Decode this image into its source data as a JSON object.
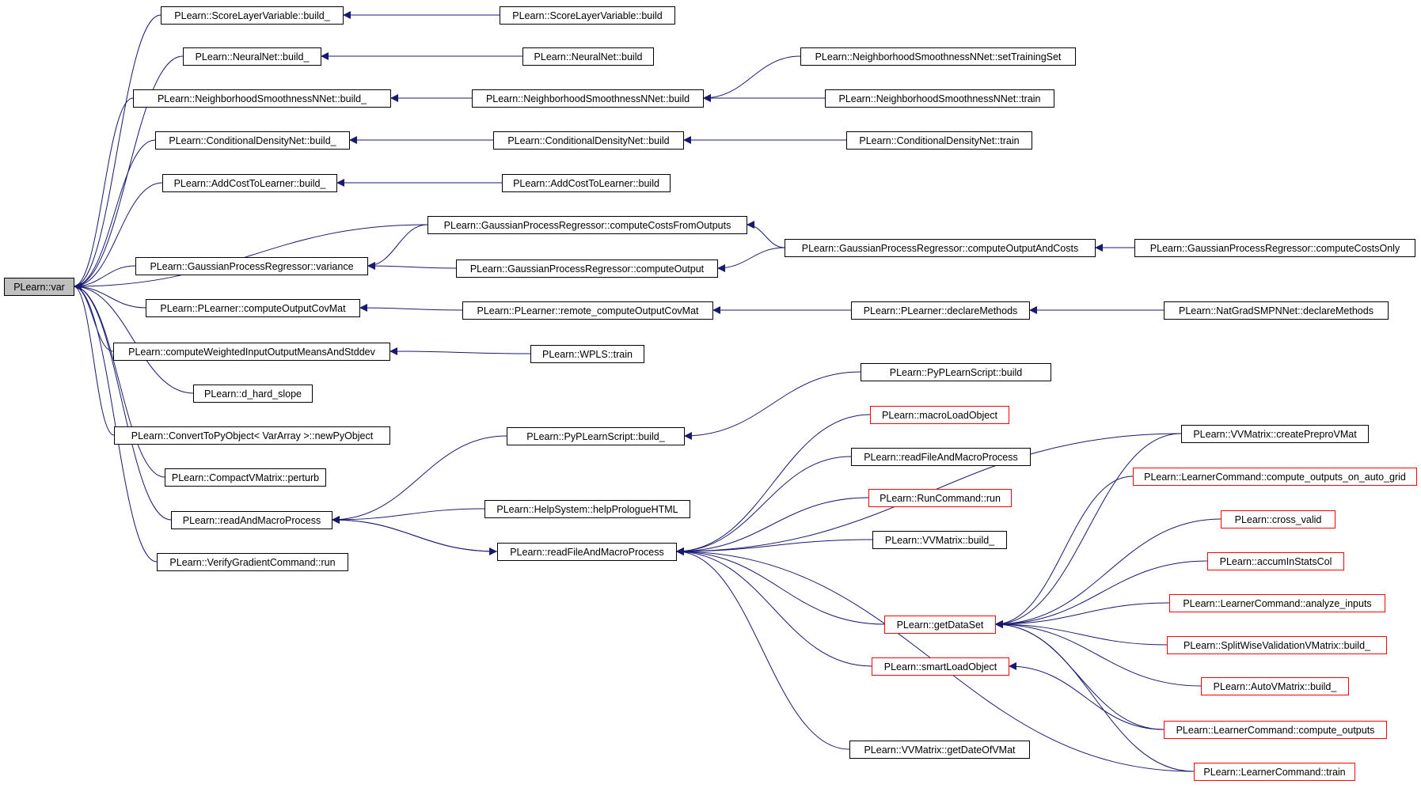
{
  "colors": {
    "edge": "#191970",
    "node_border": "#000000",
    "node_border_truncated": "#ff0000",
    "node_fill": "#ffffff",
    "root_fill": "#bfbfbf"
  },
  "root": {
    "id": "var",
    "label": "PLearn::var"
  },
  "nodes": [
    {
      "id": "var",
      "label": "PLearn::var",
      "root": true
    },
    {
      "id": "slv_build_",
      "label": "PLearn::ScoreLayerVariable::build_"
    },
    {
      "id": "slv_build",
      "label": "PLearn::ScoreLayerVariable::build"
    },
    {
      "id": "nn_build_",
      "label": "PLearn::NeuralNet::build_"
    },
    {
      "id": "nn_build",
      "label": "PLearn::NeuralNet::build"
    },
    {
      "id": "nsnn_setts",
      "label": "PLearn::NeighborhoodSmoothnessNNet::setTrainingSet"
    },
    {
      "id": "nsnn_build_",
      "label": "PLearn::NeighborhoodSmoothnessNNet::build_"
    },
    {
      "id": "nsnn_build",
      "label": "PLearn::NeighborhoodSmoothnessNNet::build"
    },
    {
      "id": "nsnn_train",
      "label": "PLearn::NeighborhoodSmoothnessNNet::train"
    },
    {
      "id": "cdn_build_",
      "label": "PLearn::ConditionalDensityNet::build_"
    },
    {
      "id": "cdn_build",
      "label": "PLearn::ConditionalDensityNet::build"
    },
    {
      "id": "cdn_train",
      "label": "PLearn::ConditionalDensityNet::train"
    },
    {
      "id": "actl_build_",
      "label": "PLearn::AddCostToLearner::build_"
    },
    {
      "id": "actl_build",
      "label": "PLearn::AddCostToLearner::build"
    },
    {
      "id": "gpr_ccfo",
      "label": "PLearn::GaussianProcessRegressor::computeCostsFromOutputs"
    },
    {
      "id": "gpr_coac",
      "label": "PLearn::GaussianProcessRegressor::computeOutputAndCosts"
    },
    {
      "id": "gpr_cco",
      "label": "PLearn::GaussianProcessRegressor::computeCostsOnly"
    },
    {
      "id": "gpr_variance",
      "label": "PLearn::GaussianProcessRegressor::variance"
    },
    {
      "id": "gpr_co",
      "label": "PLearn::GaussianProcessRegressor::computeOutput"
    },
    {
      "id": "pl_cocm",
      "label": "PLearn::PLearner::computeOutputCovMat"
    },
    {
      "id": "pl_rcocm",
      "label": "PLearn::PLearner::remote_computeOutputCovMat"
    },
    {
      "id": "pl_dm",
      "label": "PLearn::PLearner::declareMethods"
    },
    {
      "id": "ngs_dm",
      "label": "PLearn::NatGradSMPNNet::declareMethods"
    },
    {
      "id": "cwio",
      "label": "PLearn::computeWeightedInputOutputMeansAndStddev"
    },
    {
      "id": "wpls_train",
      "label": "PLearn::WPLS::train"
    },
    {
      "id": "pyps_build",
      "label": "PLearn::PyPLearnScript::build"
    },
    {
      "id": "dhs",
      "label": "PLearn::d_hard_slope"
    },
    {
      "id": "macroload",
      "label": "PLearn::macroLoadObject",
      "truncated": true
    },
    {
      "id": "ctpo",
      "label": "PLearn::ConvertToPyObject< VarArray >::newPyObject"
    },
    {
      "id": "pyps_build_",
      "label": "PLearn::PyPLearnScript::build_"
    },
    {
      "id": "vvm_cpv",
      "label": "PLearn::VVMatrix::createPreproVMat"
    },
    {
      "id": "rfamp_r",
      "label": "PLearn::readFileAndMacroProcess"
    },
    {
      "id": "lc_coag",
      "label": "PLearn::LearnerCommand::compute_outputs_on_auto_grid",
      "truncated": true
    },
    {
      "id": "cvm_perturb",
      "label": "PLearn::CompactVMatrix::perturb"
    },
    {
      "id": "runcmd",
      "label": "PLearn::RunCommand::run",
      "truncated": true
    },
    {
      "id": "hs_hph",
      "label": "PLearn::HelpSystem::helpPrologueHTML"
    },
    {
      "id": "cross_valid",
      "label": "PLearn::cross_valid",
      "truncated": true
    },
    {
      "id": "ramp",
      "label": "PLearn::readAndMacroProcess"
    },
    {
      "id": "vvm_build_",
      "label": "PLearn::VVMatrix::build_"
    },
    {
      "id": "rfamp",
      "label": "PLearn::readFileAndMacroProcess"
    },
    {
      "id": "accum",
      "label": "PLearn::accumInStatsCol",
      "truncated": true
    },
    {
      "id": "vgc_run",
      "label": "PLearn::VerifyGradientCommand::run"
    },
    {
      "id": "lc_ai",
      "label": "PLearn::LearnerCommand::analyze_inputs",
      "truncated": true
    },
    {
      "id": "getds",
      "label": "PLearn::getDataSet",
      "truncated": true
    },
    {
      "id": "swv_build_",
      "label": "PLearn::SplitWiseValidationVMatrix::build_",
      "truncated": true
    },
    {
      "id": "smartload",
      "label": "PLearn::smartLoadObject",
      "truncated": true
    },
    {
      "id": "avm_build_",
      "label": "PLearn::AutoVMatrix::build_",
      "truncated": true
    },
    {
      "id": "lc_co",
      "label": "PLearn::LearnerCommand::compute_outputs",
      "truncated": true
    },
    {
      "id": "vvm_gdov",
      "label": "PLearn::VVMatrix::getDateOfVMat"
    },
    {
      "id": "lc_train",
      "label": "PLearn::LearnerCommand::train",
      "truncated": true
    }
  ],
  "edges": [
    {
      "from": "slv_build_",
      "to": "var"
    },
    {
      "from": "nn_build_",
      "to": "var"
    },
    {
      "from": "nsnn_build_",
      "to": "var"
    },
    {
      "from": "cdn_build_",
      "to": "var"
    },
    {
      "from": "actl_build_",
      "to": "var"
    },
    {
      "from": "gpr_ccfo",
      "to": "var"
    },
    {
      "from": "gpr_variance",
      "to": "var"
    },
    {
      "from": "pl_cocm",
      "to": "var"
    },
    {
      "from": "cwio",
      "to": "var"
    },
    {
      "from": "dhs",
      "to": "var"
    },
    {
      "from": "ctpo",
      "to": "var"
    },
    {
      "from": "cvm_perturb",
      "to": "var"
    },
    {
      "from": "ramp",
      "to": "var"
    },
    {
      "from": "vgc_run",
      "to": "var"
    },
    {
      "from": "slv_build",
      "to": "slv_build_"
    },
    {
      "from": "nn_build",
      "to": "nn_build_"
    },
    {
      "from": "nsnn_build",
      "to": "nsnn_build_"
    },
    {
      "from": "nsnn_setts",
      "to": "nsnn_build"
    },
    {
      "from": "nsnn_train",
      "to": "nsnn_build"
    },
    {
      "from": "cdn_build",
      "to": "cdn_build_"
    },
    {
      "from": "cdn_train",
      "to": "cdn_build"
    },
    {
      "from": "actl_build",
      "to": "actl_build_"
    },
    {
      "from": "gpr_coac",
      "to": "gpr_ccfo"
    },
    {
      "from": "gpr_ccfo",
      "to": "gpr_variance"
    },
    {
      "from": "gpr_co",
      "to": "gpr_variance"
    },
    {
      "from": "gpr_coac",
      "to": "gpr_co"
    },
    {
      "from": "gpr_cco",
      "to": "gpr_coac"
    },
    {
      "from": "pl_rcocm",
      "to": "pl_cocm"
    },
    {
      "from": "pl_dm",
      "to": "pl_rcocm"
    },
    {
      "from": "ngs_dm",
      "to": "pl_dm"
    },
    {
      "from": "wpls_train",
      "to": "cwio"
    },
    {
      "from": "pyps_build",
      "to": "pyps_build_"
    },
    {
      "from": "pyps_build_",
      "to": "ramp"
    },
    {
      "from": "hs_hph",
      "to": "ramp"
    },
    {
      "from": "rfamp",
      "to": "ramp"
    },
    {
      "from": "ramp",
      "to": "rfamp"
    },
    {
      "from": "macroload",
      "to": "rfamp"
    },
    {
      "from": "rfamp_r",
      "to": "rfamp"
    },
    {
      "from": "runcmd",
      "to": "rfamp"
    },
    {
      "from": "vvm_build_",
      "to": "rfamp"
    },
    {
      "from": "vvm_cpv",
      "to": "rfamp"
    },
    {
      "from": "getds",
      "to": "rfamp"
    },
    {
      "from": "smartload",
      "to": "rfamp"
    },
    {
      "from": "vvm_gdov",
      "to": "rfamp"
    },
    {
      "from": "lc_train",
      "to": "rfamp"
    },
    {
      "from": "vvm_cpv",
      "to": "getds"
    },
    {
      "from": "lc_coag",
      "to": "getds"
    },
    {
      "from": "cross_valid",
      "to": "getds"
    },
    {
      "from": "accum",
      "to": "getds"
    },
    {
      "from": "lc_ai",
      "to": "getds"
    },
    {
      "from": "swv_build_",
      "to": "getds"
    },
    {
      "from": "avm_build_",
      "to": "getds"
    },
    {
      "from": "lc_co",
      "to": "getds"
    },
    {
      "from": "lc_train",
      "to": "getds"
    },
    {
      "from": "lc_co",
      "to": "smartload"
    }
  ]
}
